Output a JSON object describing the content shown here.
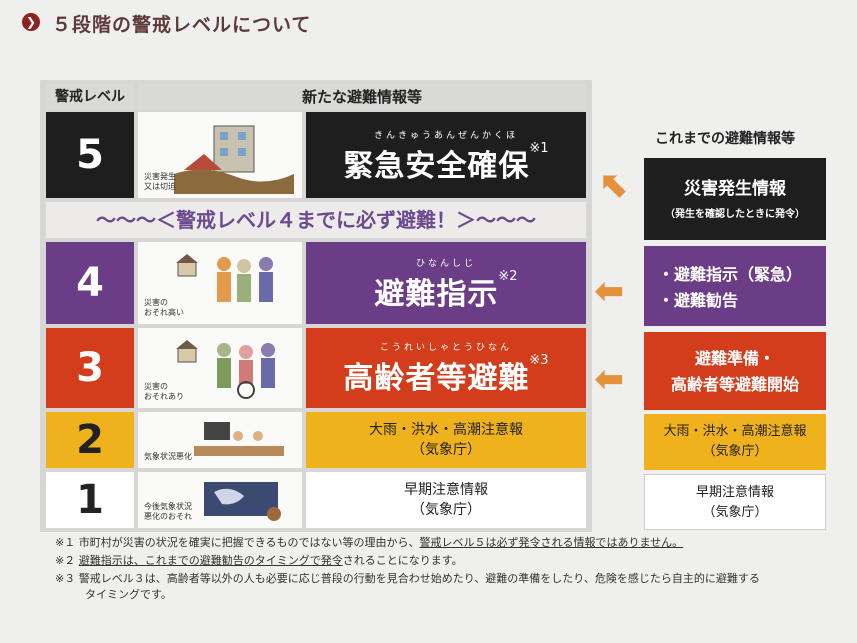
{
  "header": {
    "icon": "circle-chevron-right-icon",
    "title": "５段階の警戒レベルについて"
  },
  "table": {
    "col_level": "警戒レベル",
    "col_new": "新たな避難情報等",
    "banner": "〜〜〜＜警戒レベル４までに必ず避難！＞〜〜〜",
    "rows": [
      {
        "level": "5",
        "caption": "災害発生\n又は切迫",
        "ruby": "きんきゅうあんぜんかくほ",
        "name": "緊急安全確保",
        "mark": "※1"
      },
      {
        "level": "4",
        "caption": "災害の\nおそれ高い",
        "ruby": "ひなんしじ",
        "name": "避難指示",
        "mark": "※2"
      },
      {
        "level": "3",
        "caption": "災害の\nおそれあり",
        "ruby": "こうれいしゃとうひなん",
        "name": "高齢者等避難",
        "mark": "※3"
      },
      {
        "level": "2",
        "caption": "気象状況悪化",
        "name": "大雨・洪水・高潮注意報",
        "sub": "（気象庁）"
      },
      {
        "level": "1",
        "caption": "今後気象状況\n悪化のおそれ",
        "name": "早期注意情報",
        "sub": "（気象庁）"
      }
    ]
  },
  "previous": {
    "header": "これまでの避難情報等",
    "items": [
      {
        "line1": "災害発生情報",
        "line2": "（発生を確認したときに発令）"
      },
      {
        "line1": "・避難指示（緊急）",
        "line2": "・避難勧告"
      },
      {
        "line1": "避難準備・",
        "line2": "高齢者等避難開始"
      },
      {
        "line1": "大雨・洪水・高潮注意報",
        "line2": "（気象庁）"
      },
      {
        "line1": "早期注意情報",
        "line2": "（気象庁）"
      }
    ]
  },
  "notes": {
    "n1_mark": "※１",
    "n1_a": "市町村が災害の状況を確実に把握できるものではない等の理由から、",
    "n1_u": "警戒レベル５は必ず発令される情報ではありません。",
    "n2_mark": "※２",
    "n2_u": "避難指示は、これまでの避難勧告のタイミングで発令",
    "n2_a": "されることになります。",
    "n3_mark": "※３",
    "n3_a": "警戒レベル３は、高齢者等以外の人も必要に応じ普段の行動を見合わせ始めたり、避難の準備をしたり、危険を感じたら自主的に避難する",
    "n3_b": "タイミングです。"
  },
  "colors": {
    "level5": "#1e1e1e",
    "level4": "#6a3d86",
    "level3": "#d43d1c",
    "level2": "#f0b21c",
    "level1": "#ffffff",
    "arrow": "#e3913a",
    "accent": "#8b2323"
  }
}
